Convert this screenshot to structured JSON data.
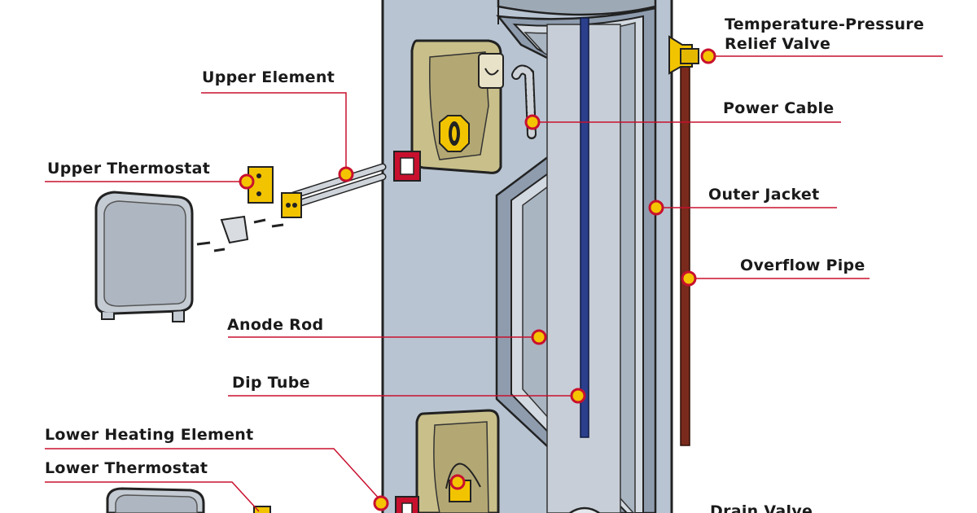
{
  "colors": {
    "leader_line": "#c8102e",
    "marker_fill": "#f5c400",
    "marker_ring": "#c8102e",
    "jacket": "#b8c4d2",
    "jacket_dark": "#8e9cae",
    "tank_inner": "#d3d9e0",
    "panel": "#c9bf8a",
    "cover": "#c4cbd3",
    "pipe": "#7a2a1c",
    "anode": "#2b3f8c",
    "valve": "#f2c400",
    "gasket": "#c8102e"
  },
  "labels": {
    "temperature_pressure_relief_valve_line1": "Temperature-Pressure",
    "temperature_pressure_relief_valve_line2": "Relief Valve",
    "power_cable": "Power Cable",
    "outer_jacket": "Outer Jacket",
    "overflow_pipe": "Overflow Pipe",
    "upper_element": "Upper Element",
    "upper_thermostat": "Upper Thermostat",
    "anode_rod": "Anode Rod",
    "dip_tube": "Dip Tube",
    "lower_heating_element": "Lower Heating Element",
    "lower_thermostat": "Lower Thermostat",
    "drain_valve": "Drain Valve"
  }
}
